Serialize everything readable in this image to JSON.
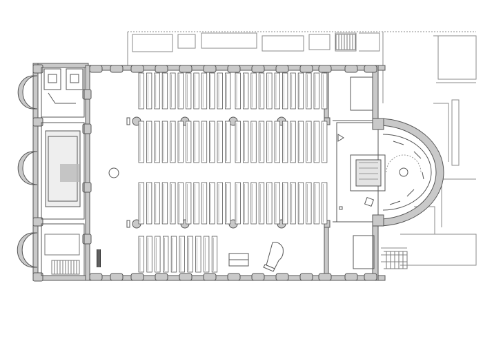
{
  "drawing": {
    "type": "architectural floor plan",
    "colors": {
      "background": "#ffffff",
      "wall_fill": "#c9c9c9",
      "line": "#555555",
      "light_line": "#8a8a8a",
      "stair_hatch": "#9a9a9a",
      "dark_accent": "#2a2a2a"
    },
    "nave": {
      "pew_blocks": [
        {
          "name": "pews-north-left",
          "count": 12
        },
        {
          "name": "pews-north-right",
          "count": 12
        },
        {
          "name": "pews-upper-middle-left",
          "count": 12
        },
        {
          "name": "pews-upper-middle-right",
          "count": 12
        },
        {
          "name": "pews-lower-middle-left",
          "count": 12
        },
        {
          "name": "pews-lower-middle-right",
          "count": 12
        },
        {
          "name": "pews-south",
          "count": 10
        }
      ],
      "columns_per_row": 4,
      "column_rows": 2
    },
    "apse": {
      "shape": "semicircular"
    },
    "icons": [
      "piano-icon",
      "font-icon",
      "altar-icon",
      "stair-icon",
      "organ-icon"
    ]
  }
}
